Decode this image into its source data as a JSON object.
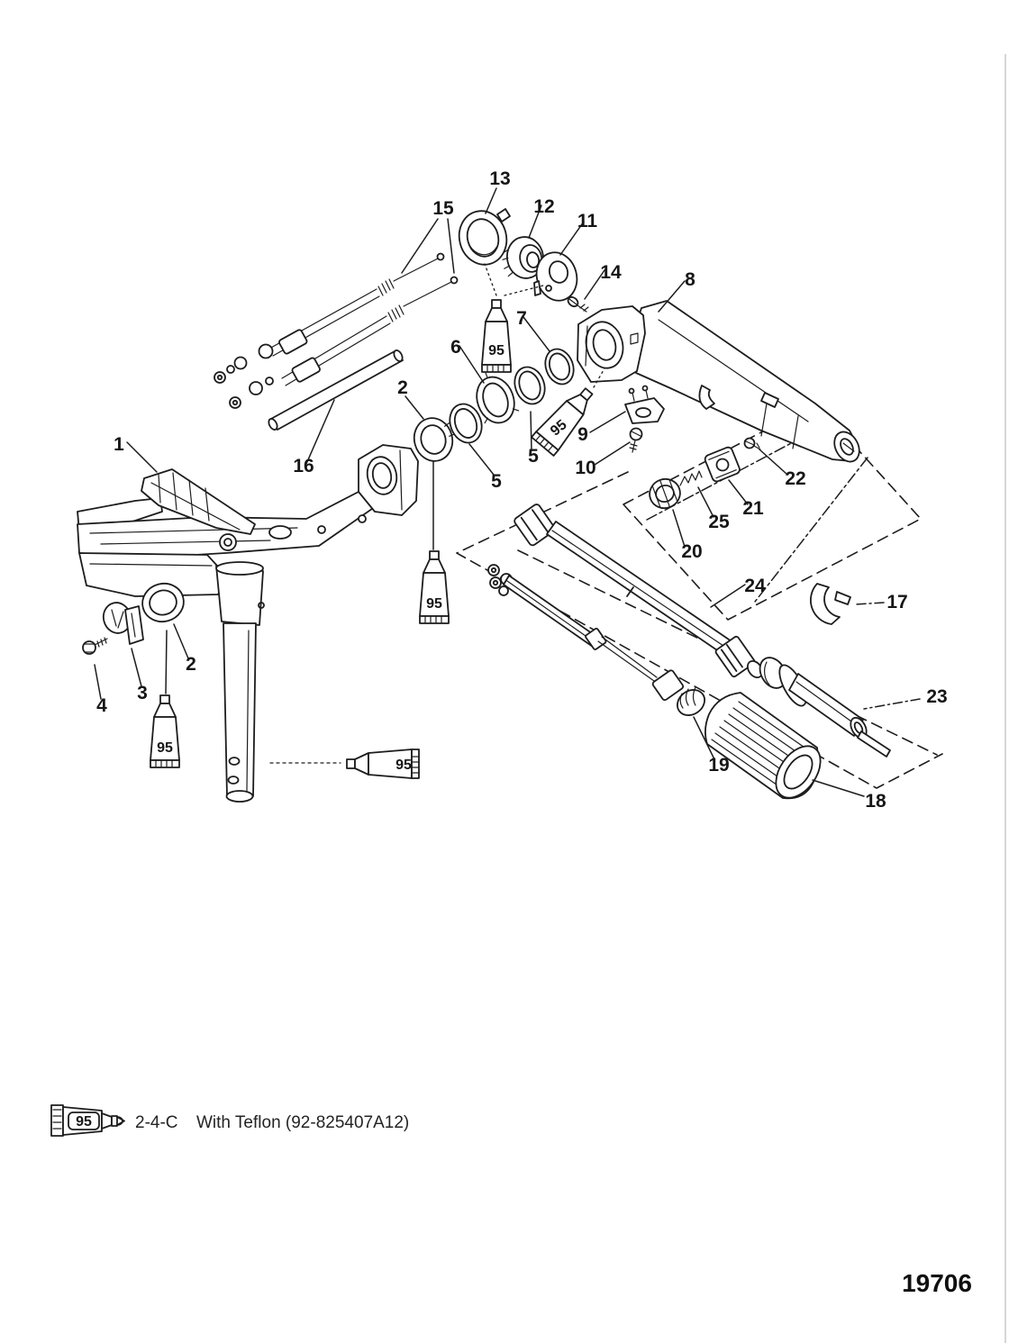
{
  "figure": {
    "type": "exploded-parts-diagram",
    "callouts": [
      {
        "id": "1",
        "label": "1"
      },
      {
        "id": "2-upper",
        "label": "2"
      },
      {
        "id": "2-lower",
        "label": "2"
      },
      {
        "id": "3",
        "label": "3"
      },
      {
        "id": "4",
        "label": "4"
      },
      {
        "id": "5-left",
        "label": "5"
      },
      {
        "id": "5-right",
        "label": "5"
      },
      {
        "id": "6",
        "label": "6"
      },
      {
        "id": "7",
        "label": "7"
      },
      {
        "id": "8",
        "label": "8"
      },
      {
        "id": "9",
        "label": "9"
      },
      {
        "id": "10",
        "label": "10"
      },
      {
        "id": "11",
        "label": "11"
      },
      {
        "id": "12",
        "label": "12"
      },
      {
        "id": "13",
        "label": "13"
      },
      {
        "id": "14",
        "label": "14"
      },
      {
        "id": "15",
        "label": "15"
      },
      {
        "id": "16",
        "label": "16"
      },
      {
        "id": "17",
        "label": "17"
      },
      {
        "id": "18",
        "label": "18"
      },
      {
        "id": "19",
        "label": "19"
      },
      {
        "id": "20",
        "label": "20"
      },
      {
        "id": "21",
        "label": "21"
      },
      {
        "id": "22",
        "label": "22"
      },
      {
        "id": "23",
        "label": "23"
      },
      {
        "id": "24",
        "label": "24"
      },
      {
        "id": "25",
        "label": "25"
      }
    ],
    "lube_code": "95",
    "legend": {
      "code": "2-4-C",
      "text": "With Teflon (92-825407A12)"
    },
    "drawing_number": "19706"
  }
}
